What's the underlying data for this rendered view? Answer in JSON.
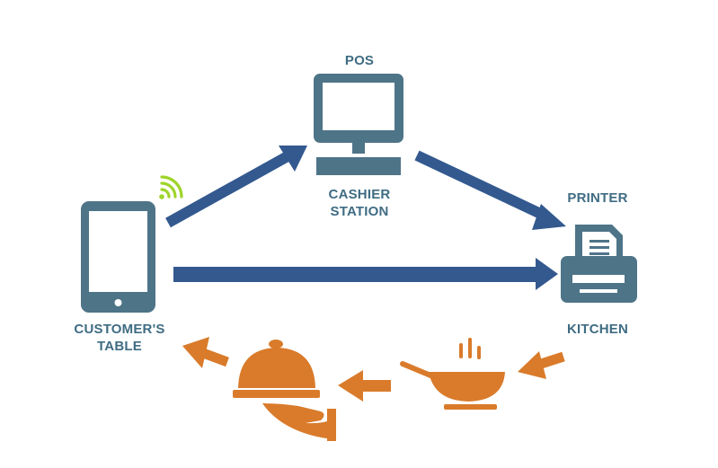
{
  "nodes": {
    "pos": {
      "label": "POS"
    },
    "cashier": {
      "label_line1": "CASHIER",
      "label_line2": "STATION"
    },
    "printer": {
      "label": "PRINTER"
    },
    "kitchen": {
      "label": "KITCHEN"
    },
    "table": {
      "label_line1": "CUSTOMER'S",
      "label_line2": "TABLE"
    }
  },
  "icons": {
    "tablet": "tablet-icon",
    "wifi": "wifi-signal-icon",
    "monitor": "computer-monitor-icon",
    "printer": "printer-icon",
    "pan": "cooking-pan-icon",
    "cloche": "serving-cloche-icon"
  },
  "colors": {
    "blue_arrow": "#33598f",
    "orange": "#d97b2b",
    "icon_slate": "#4e7488",
    "label": "#3f6c83",
    "wifi": "#9fd42b"
  }
}
